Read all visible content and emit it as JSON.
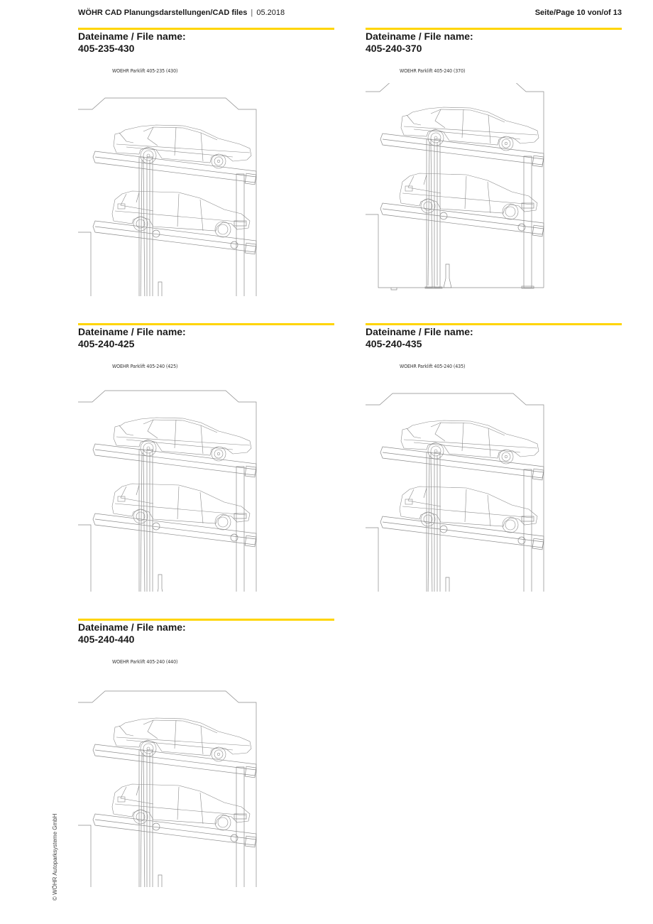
{
  "header": {
    "title": "WÖHR CAD Planungsdarstellungen/CAD files",
    "separator": "|",
    "date": "05.2018",
    "page": "Seite/Page 10 von/of 13"
  },
  "accent_color": "#ffd500",
  "panels": [
    {
      "label": "Dateiname / File name:",
      "file_name": "405-235-430",
      "caption": "WOEHR Parklift 405-235 (430)",
      "drawing": "two-level-parklift-cad-side-view"
    },
    {
      "label": "Dateiname / File name:",
      "file_name": "405-240-370",
      "caption": "WOEHR Parklift 405-240 (370)",
      "drawing": "two-level-parklift-cad-side-view"
    },
    {
      "label": "Dateiname / File name:",
      "file_name": "405-240-425",
      "caption": "WOEHR Parklift 405-240 (425)",
      "drawing": "two-level-parklift-cad-side-view"
    },
    {
      "label": "Dateiname / File name:",
      "file_name": "405-240-435",
      "caption": "WOEHR Parklift 405-240 (435)",
      "drawing": "two-level-parklift-cad-side-view"
    },
    {
      "label": "Dateiname / File name:",
      "file_name": "405-240-440",
      "caption": "WOEHR Parklift 405-240 (440)",
      "drawing": "two-level-parklift-cad-side-view"
    }
  ],
  "footer": {
    "copyright": "© WÖHR Autoparksysteme GmbH"
  }
}
